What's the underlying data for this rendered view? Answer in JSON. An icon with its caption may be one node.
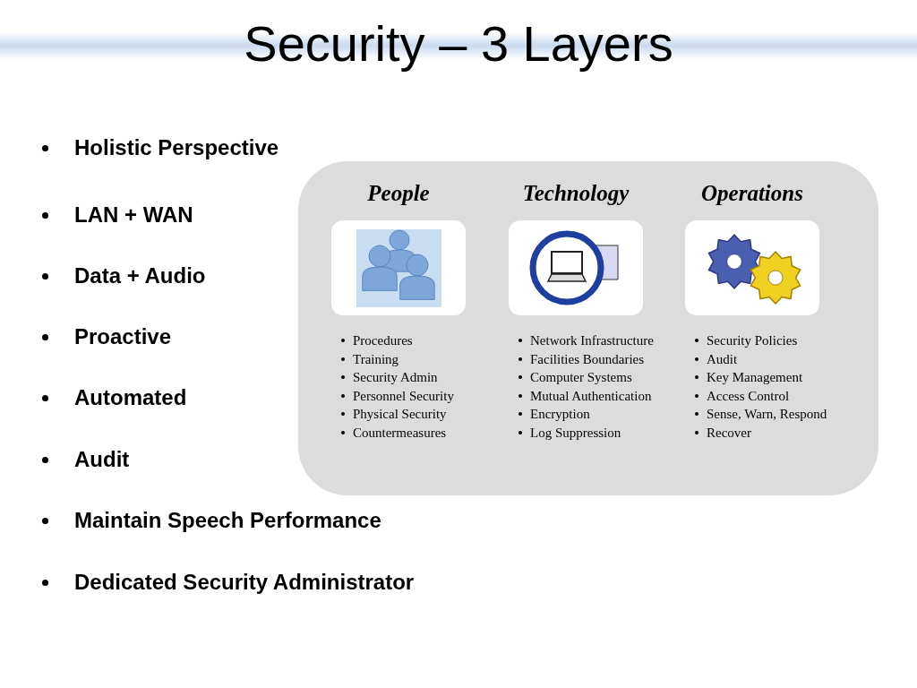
{
  "diagram": {
    "title": "Security – 3 Layers",
    "nodes": [
      {
        "text": [],
        "shape": "box"
      },
      {
        "text": [
          "People"
        ],
        "in": 0,
        "beside": [
          "Procedures",
          "Training",
          "Security Admin",
          "Personnel Security",
          "Physical Security",
          "Countermeasures"
        ]
      },
      {
        "text": [
          "Technology"
        ],
        "in": 0,
        "beside": [
          "Network Infrastructure",
          "Facilities Boundaries",
          "Computer Systems",
          "Mutual Authentication",
          "Encryption",
          "Log Suppression"
        ]
      },
      {
        "text": [
          "Operations"
        ],
        "in": 0,
        "beside": [
          "Security Policies",
          "Audit",
          "Key Management",
          "Access Control",
          "Sense, Warn, Respond",
          "Recover"
        ]
      }
    ],
    "edges": [],
    "labels": [
      "Holistic Perspective",
      "LAN + WAN",
      "Data + Audio",
      "Proactive",
      "Automated",
      "Audit",
      "Maintain Speech Performance",
      "Dedicated Security Administrator"
    ]
  }
}
